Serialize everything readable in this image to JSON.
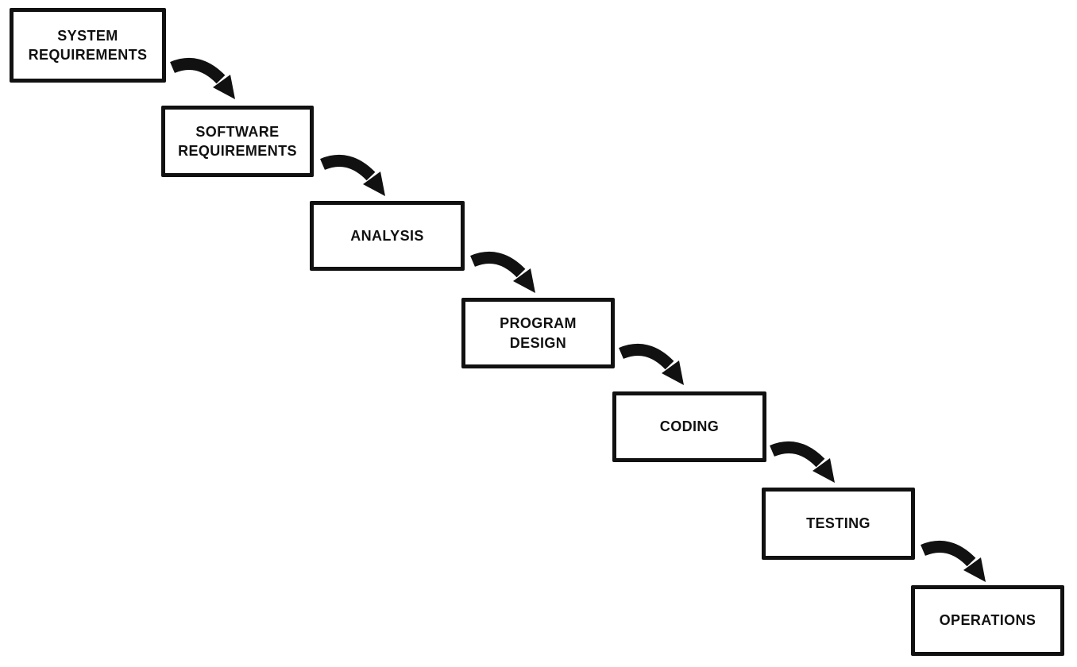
{
  "diagram": {
    "description": "Waterfall software development flow diagram",
    "ink_color": "#111111",
    "background_color": "#ffffff",
    "steps": [
      {
        "id": "system-requirements",
        "label": "SYSTEM\nREQUIREMENTS"
      },
      {
        "id": "software-requirements",
        "label": "SOFTWARE\nREQUIREMENTS"
      },
      {
        "id": "analysis",
        "label": "ANALYSIS"
      },
      {
        "id": "program-design",
        "label": "PROGRAM\nDESIGN"
      },
      {
        "id": "coding",
        "label": "CODING"
      },
      {
        "id": "testing",
        "label": "TESTING"
      },
      {
        "id": "operations",
        "label": "OPERATIONS"
      }
    ],
    "connections": [
      {
        "from": "system-requirements",
        "to": "software-requirements",
        "icon": "curved-arrow-down-right"
      },
      {
        "from": "software-requirements",
        "to": "analysis",
        "icon": "curved-arrow-down-right"
      },
      {
        "from": "analysis",
        "to": "program-design",
        "icon": "curved-arrow-down-right"
      },
      {
        "from": "program-design",
        "to": "coding",
        "icon": "curved-arrow-down-right"
      },
      {
        "from": "coding",
        "to": "testing",
        "icon": "curved-arrow-down-right"
      },
      {
        "from": "testing",
        "to": "operations",
        "icon": "curved-arrow-down-right"
      }
    ]
  }
}
